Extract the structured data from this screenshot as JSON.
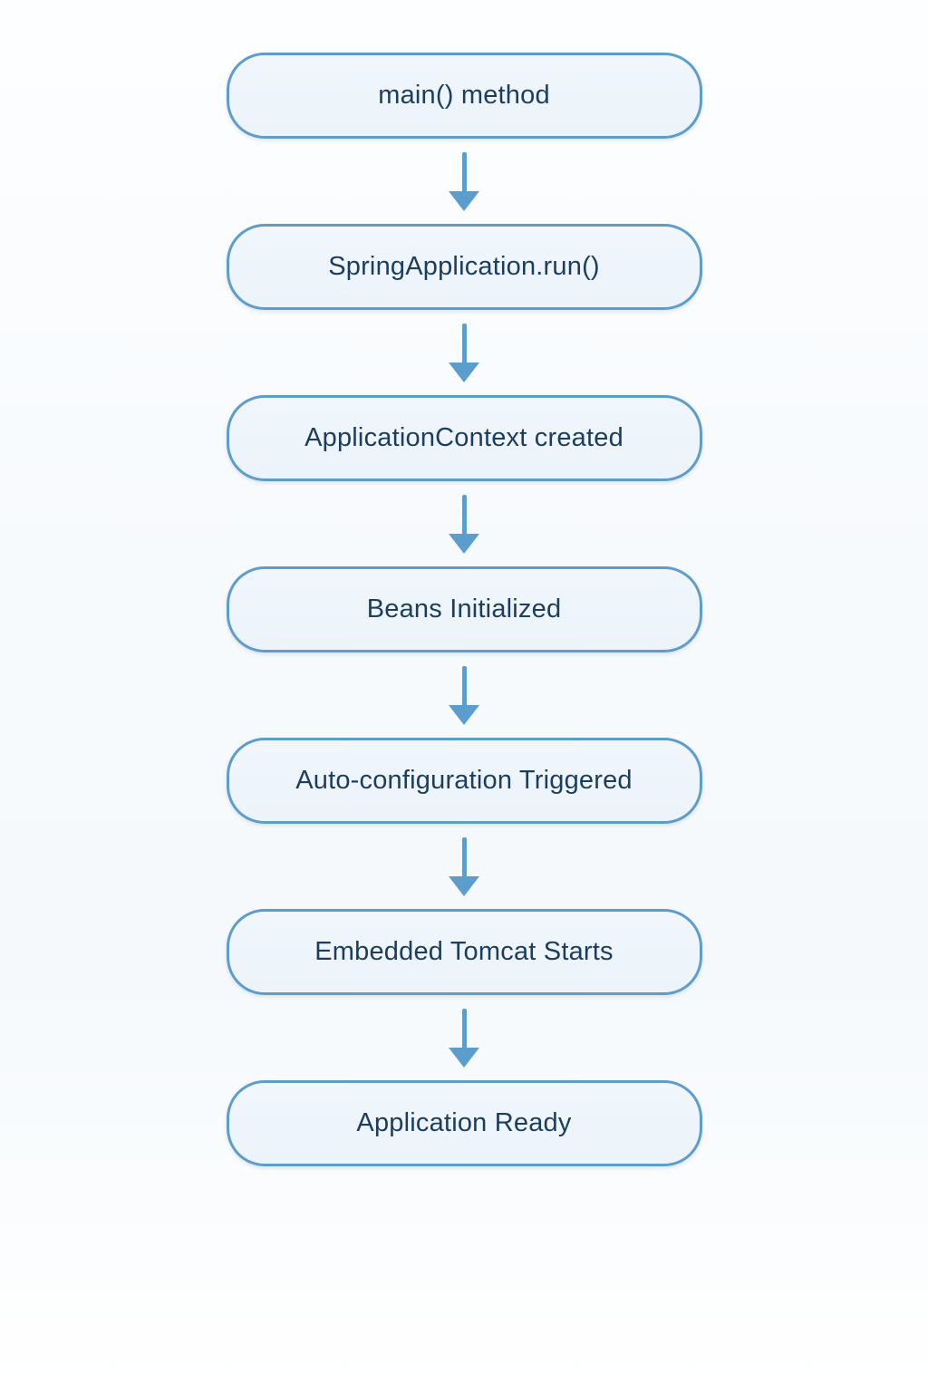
{
  "flowchart": {
    "nodes": [
      {
        "label": "main() method"
      },
      {
        "label": "SpringApplication.run()"
      },
      {
        "label": "ApplicationContext created"
      },
      {
        "label": "Beans Initialized"
      },
      {
        "label": "Auto-configuration Triggered"
      },
      {
        "label": "Embedded Tomcat Starts"
      },
      {
        "label": "Application Ready"
      }
    ],
    "connector_icon": "arrow-down-icon",
    "colors": {
      "node_fill": "#eef5fb",
      "node_border": "#5e9dca",
      "node_text": "#1c3d5e",
      "arrow": "#5b9ecd",
      "background": "#f7fafd"
    }
  }
}
